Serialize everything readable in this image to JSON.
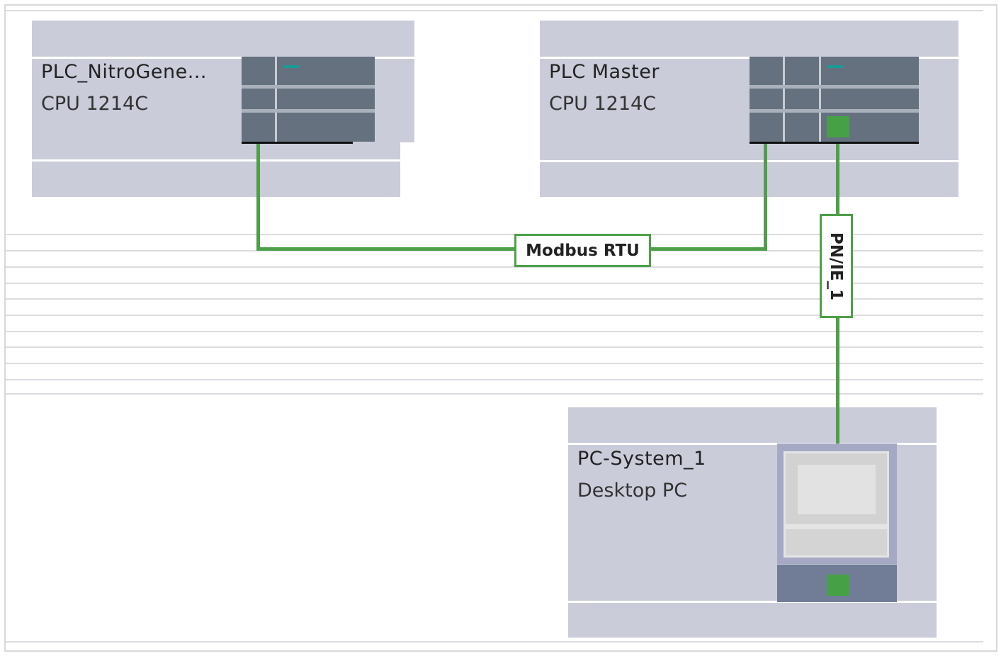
{
  "devices": [
    {
      "name": "PLC_NitroGene...",
      "type": "CPU 1214C"
    },
    {
      "name": "PLC Master",
      "type": "CPU 1214C"
    },
    {
      "name": "PC-System_1",
      "type": "Desktop PC"
    }
  ],
  "networks": [
    {
      "label": "Modbus RTU"
    },
    {
      "label": "PN/IE_1"
    }
  ],
  "colors": {
    "device_bg": "#cbccda",
    "wire": "#4ea048",
    "module": "#65717f"
  }
}
